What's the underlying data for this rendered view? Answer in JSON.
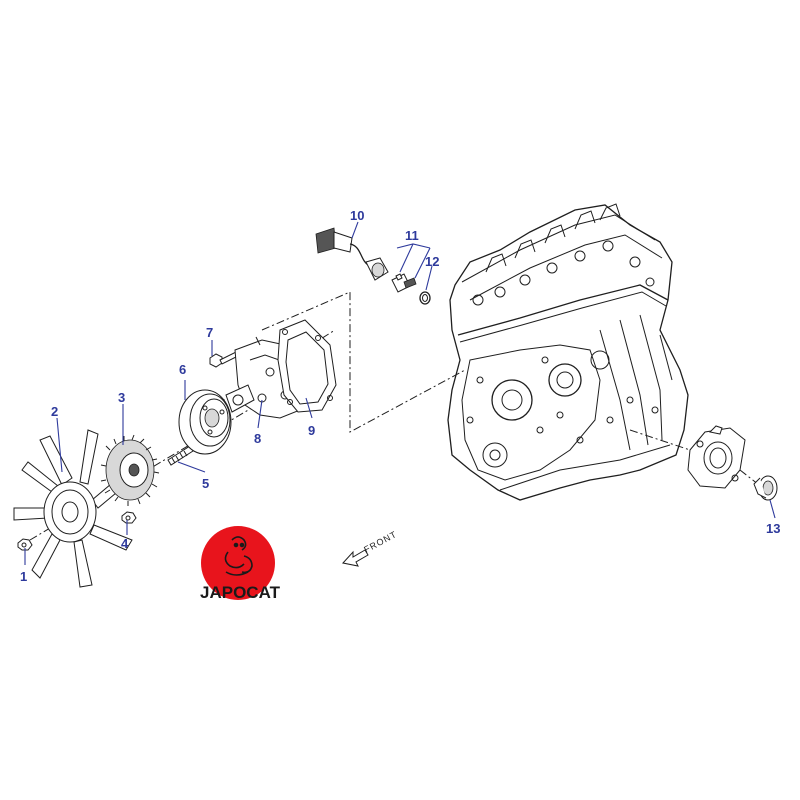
{
  "diagram": {
    "callouts": [
      {
        "id": "1",
        "label": "1"
      },
      {
        "id": "2",
        "label": "2"
      },
      {
        "id": "3",
        "label": "3"
      },
      {
        "id": "4",
        "label": "4"
      },
      {
        "id": "5",
        "label": "5"
      },
      {
        "id": "6",
        "label": "6"
      },
      {
        "id": "7",
        "label": "7"
      },
      {
        "id": "8",
        "label": "8"
      },
      {
        "id": "9",
        "label": "9"
      },
      {
        "id": "10",
        "label": "10"
      },
      {
        "id": "11",
        "label": "11"
      },
      {
        "id": "12",
        "label": "12"
      },
      {
        "id": "13",
        "label": "13"
      }
    ],
    "front_label": "FRONT",
    "callout_color": "#2e3a9c"
  },
  "logo": {
    "text": "JAPOCAT",
    "color": "#e8141c"
  }
}
